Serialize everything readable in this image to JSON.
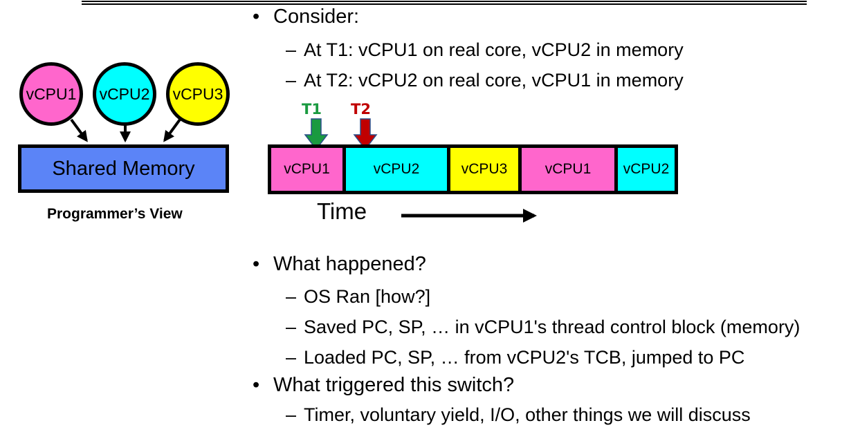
{
  "colors": {
    "vcpu1": "#ff66cc",
    "vcpu2": "#00ffff",
    "vcpu3": "#ffff00",
    "shared_memory": "#5b84f7",
    "t1_marker": "#1a9a40",
    "t2_marker": "#c00000"
  },
  "diagram": {
    "circles": [
      "vCPU1",
      "vCPU2",
      "vCPU3"
    ],
    "shared_memory": "Shared Memory",
    "caption": "Programmer’s View"
  },
  "timeline": {
    "markers": [
      "T1",
      "T2"
    ],
    "segments": [
      {
        "label": "vCPU1",
        "color": "#ff66cc"
      },
      {
        "label": "vCPU2",
        "color": "#00ffff"
      },
      {
        "label": "vCPU3",
        "color": "#ffff00"
      },
      {
        "label": "vCPU1",
        "color": "#ff66cc"
      },
      {
        "label": "vCPU2",
        "color": "#00ffff"
      }
    ],
    "time_label": "Time"
  },
  "bullets": {
    "consider": "Consider:",
    "consider_items": [
      "At T1: vCPU1 on real core, vCPU2 in memory",
      "At T2: vCPU2 on real core, vCPU1 in memory"
    ],
    "what_happened": "What happened?",
    "happened_items": [
      "OS Ran [how?]",
      "Saved PC, SP, … in vCPU1's thread control block (memory)",
      "Loaded PC, SP, … from vCPU2's TCB, jumped to PC"
    ],
    "trigger": "What triggered this switch?",
    "trigger_items": [
      "Timer, voluntary yield, I/O, other things we will discuss"
    ]
  }
}
